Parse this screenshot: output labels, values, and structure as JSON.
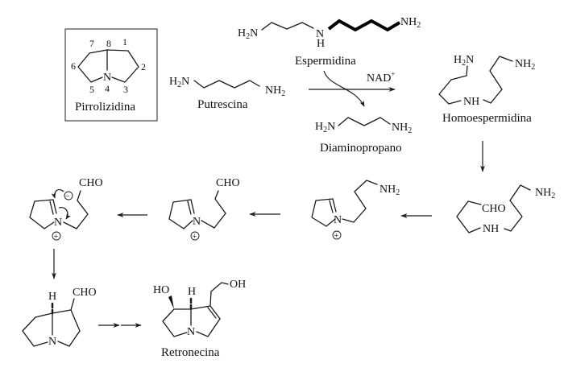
{
  "title": "Biosíntesis de alcaloides pirrolizidínicos",
  "reference_structure": {
    "name": "Pirrolizidina",
    "atom_numbers": [
      "1",
      "2",
      "3",
      "4",
      "5",
      "6",
      "7",
      "8"
    ],
    "heteroatom": "N"
  },
  "compounds": {
    "espermidina": {
      "name": "Espermidina",
      "left_group": "H2N",
      "right_group": "NH2",
      "center_atom": "N",
      "center_h": "H"
    },
    "putrescina": {
      "name": "Putrescina",
      "left_group": "H2N",
      "right_group": "NH2"
    },
    "diaminopropano": {
      "name": "Diaminopropano",
      "left_group": "H2N",
      "right_group": "NH2"
    },
    "homoespermidina": {
      "name": "Homoespermidina",
      "group_a": "H2N",
      "group_b": "NH2",
      "group_c": "NH"
    },
    "aldehyde_intermediate": {
      "group_cho": "CHO",
      "group_nh": "NH",
      "group_nh2": "NH2"
    },
    "iminium_amine": {
      "group_n": "N",
      "group_nh2": "NH2",
      "charge": "+"
    },
    "iminium_aldehyde": {
      "group_n": "N",
      "group_cho": "CHO",
      "charge": "+"
    },
    "enolate_iminium": {
      "group_n": "N",
      "group_cho": "CHO",
      "pos_charge": "+",
      "neg_charge": "−"
    },
    "pyrrolizidine_aldehyde": {
      "group_n": "N",
      "group_h": "H",
      "group_cho": "CHO"
    },
    "retronecina": {
      "name": "Retronecina",
      "group_n": "N",
      "group_h": "H",
      "group_ho": "HO",
      "group_oh": "OH"
    }
  },
  "reagents": {
    "cofactor": "NAD",
    "cofactor_charge": "+"
  },
  "colors": {
    "ink": "#1a1a1a",
    "background": "#ffffff"
  }
}
